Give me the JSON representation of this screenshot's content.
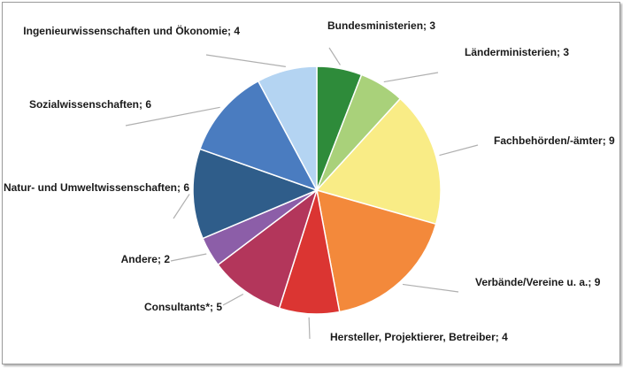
{
  "chart_data": {
    "type": "pie",
    "title": "",
    "labels": [
      "Bundesministerien; 3",
      "Länderministerien; 3",
      "Fachbehörden/-ämter; 9",
      "Verbände/Vereine u. a.; 9",
      "Hersteller, Projektierer, Betreiber; 4",
      "Consultants*; 5",
      "Andere; 2",
      "Natur- und Umweltwissenschaften; 6",
      "Sozialwissenschaften; 6",
      "Ingenieurwissenschaften und Ökonomie; 4"
    ],
    "values": [
      3,
      3,
      9,
      9,
      4,
      5,
      2,
      6,
      6,
      4
    ],
    "colors": [
      "#2e8b3a",
      "#a9d17a",
      "#f9ec86",
      "#f3893b",
      "#db3532",
      "#b3365b",
      "#8c5ea8",
      "#2f5d8a",
      "#4a7cc0",
      "#b4d4f2"
    ],
    "legend": "none"
  }
}
